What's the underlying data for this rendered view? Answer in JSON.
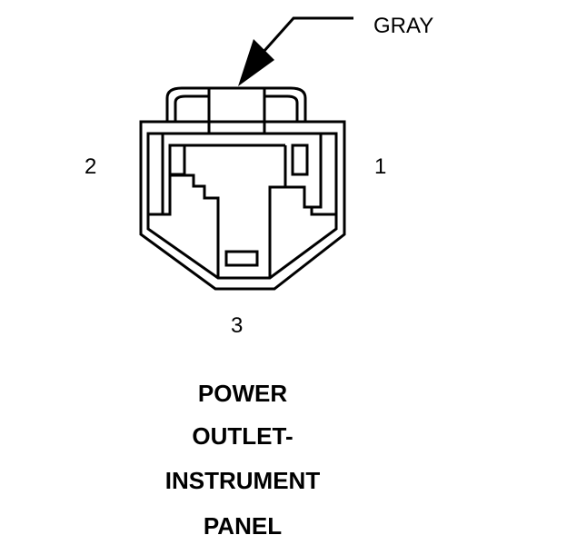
{
  "color_label": "GRAY",
  "pins": {
    "pin1": "1",
    "pin2": "2",
    "pin3": "3"
  },
  "title_lines": [
    "POWER",
    "OUTLET-",
    "INSTRUMENT",
    "PANEL"
  ]
}
